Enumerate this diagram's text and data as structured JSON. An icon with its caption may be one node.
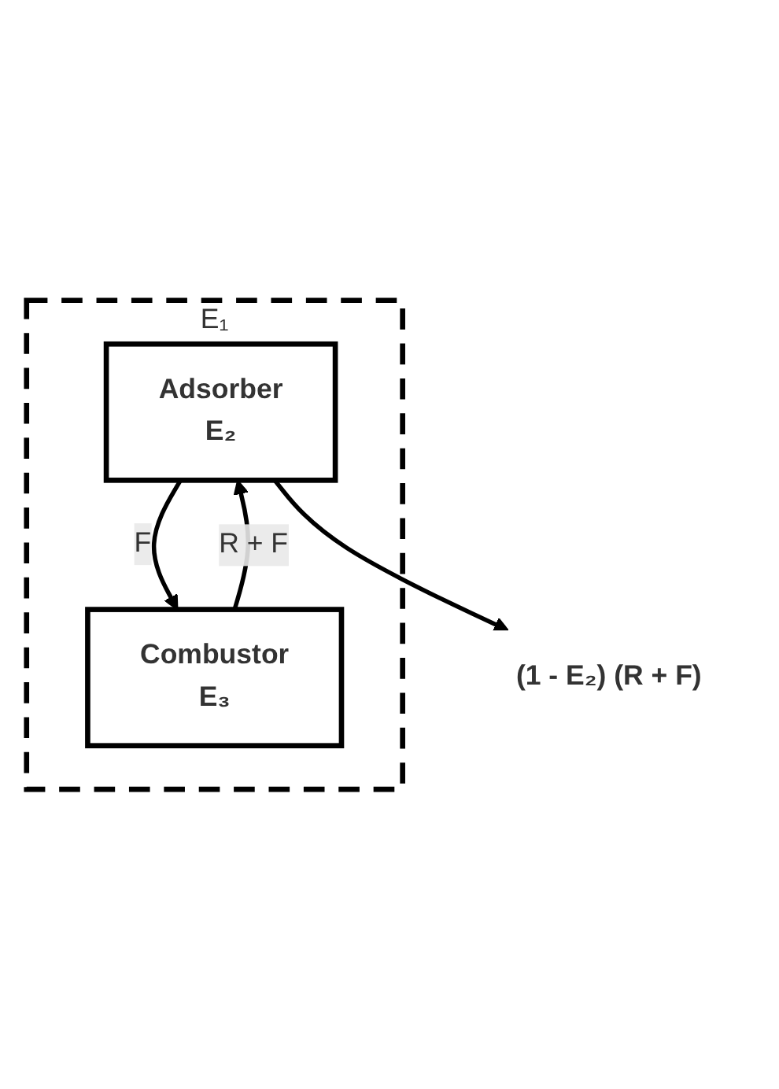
{
  "diagram": {
    "nodes": [
      {
        "text": [
          "E₁"
        ]
      },
      {
        "text": [
          "Adsorber",
          "E₂"
        ],
        "in": 0
      },
      {
        "text": [
          "Combustor",
          "E₃"
        ],
        "in": 0
      },
      {
        "text": [
          "(1 - E₂) (R + F)"
        ]
      }
    ],
    "edges": [
      {
        "from": 1,
        "to": 2,
        "arrow": "to",
        "label": "F"
      },
      {
        "from": 2,
        "to": 1,
        "arrow": "to",
        "label": "R + F"
      },
      {
        "from": 1,
        "to": 3,
        "arrow": "to"
      }
    ]
  }
}
